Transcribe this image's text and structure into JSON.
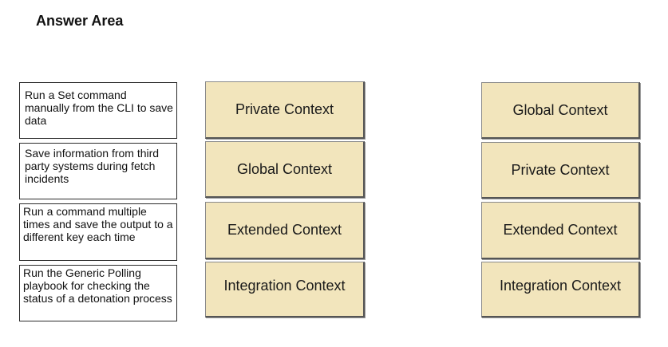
{
  "answer_area": {
    "title": "Answer Area"
  },
  "scenarios": [
    {
      "text": "Run a Set command manually from the CLI to save data"
    },
    {
      "text": "Save information from third party systems during fetch incidents"
    },
    {
      "text": "Run a command multiple times and save the output to a different key each time"
    },
    {
      "text": "Run the Generic Polling playbook for checking the status of a detonation process"
    }
  ],
  "answer_slots": [
    {
      "label": "Private Context"
    },
    {
      "label": "Global Context"
    },
    {
      "label": "Extended Context"
    },
    {
      "label": "Integration Context"
    }
  ],
  "options": [
    {
      "label": "Global Context"
    },
    {
      "label": "Private Context"
    },
    {
      "label": "Extended Context"
    },
    {
      "label": "Integration Context"
    }
  ],
  "colors": {
    "tile_fill": "#f2e5bc",
    "tile_border": "#555555",
    "scenario_border": "#2b2b2b"
  }
}
